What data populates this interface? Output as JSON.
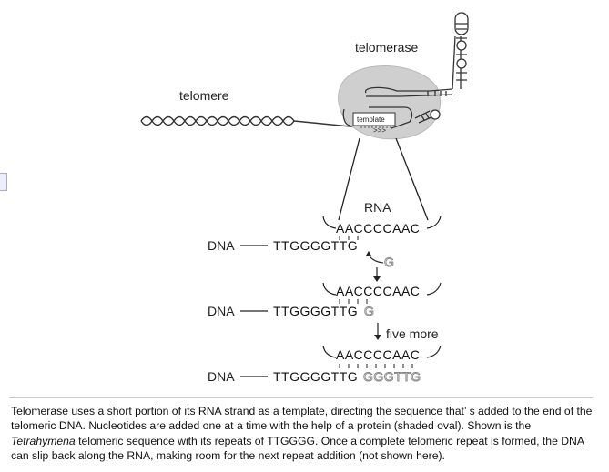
{
  "labels": {
    "telomerase": "telomerase",
    "telomere": "telomere",
    "template": "template",
    "rna": "RNA",
    "dna": "DNA",
    "five_more": "five more"
  },
  "rna_sequence": "AACCCCAAC",
  "dna_sequence": "TTGGGGTTG",
  "added_nucleotide": "G",
  "extension_sequence": "GGGTTG",
  "caption": {
    "part1": "Telomerase uses a short portion of its RNA strand as a template, directing the sequence that’ s added to the end of the telomeric DNA. Nucleotides are added one at a time with the help of a protein (shaded oval). Shown is the ",
    "italic": "Tetrahymena",
    "part2": " telomeric sequence with its repeats of TTGGGG. Once a complete telomeric repeat is formed, the DNA can slip back along the RNA, making room for the next repeat addition (not shown here)."
  },
  "colors": {
    "protein_shade": "#cfcfcf",
    "rule": "#c8c8c8"
  }
}
